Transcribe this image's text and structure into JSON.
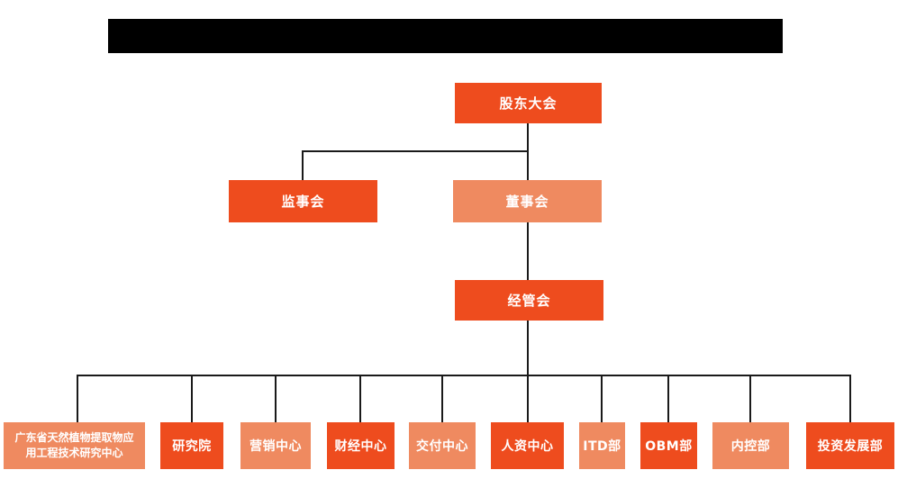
{
  "org_chart": {
    "colors": {
      "primary_dark": "#ee4c1e",
      "primary_light": "#ef8a60",
      "label_text": "#ffffff",
      "connector_line": "#1a1a1a"
    },
    "nodes": {
      "shareholders_meeting": {
        "label": "股东大会",
        "variant": "dark",
        "level": 1
      },
      "supervisory_board": {
        "label": "监事会",
        "variant": "dark",
        "level": 2
      },
      "board_of_directors": {
        "label": "董事会",
        "variant": "light",
        "level": 2
      },
      "management_committee": {
        "label": "经管会",
        "variant": "dark",
        "level": 3
      },
      "gd_research_center": {
        "label": "广东省天然植物提取物应用工程技术研究中心",
        "label_line1": "广东省天然植物提取物应",
        "label_line2": "用工程技术研究中心",
        "variant": "light",
        "level": 4
      },
      "research_institute": {
        "label": "研究院",
        "variant": "dark",
        "level": 4
      },
      "marketing_center": {
        "label": "营销中心",
        "variant": "light",
        "level": 4
      },
      "finance_center": {
        "label": "财经中心",
        "variant": "dark",
        "level": 4
      },
      "delivery_center": {
        "label": "交付中心",
        "variant": "light",
        "level": 4
      },
      "hr_center": {
        "label": "人资中心",
        "variant": "dark",
        "level": 4
      },
      "itd_department": {
        "label": "ITD部",
        "variant": "light",
        "level": 4
      },
      "obm_department": {
        "label": "OBM部",
        "variant": "dark",
        "level": 4
      },
      "internal_control_dept": {
        "label": "内控部",
        "variant": "light",
        "level": 4
      },
      "investment_dev_dept": {
        "label": "投资发展部",
        "variant": "dark",
        "level": 4
      }
    }
  }
}
